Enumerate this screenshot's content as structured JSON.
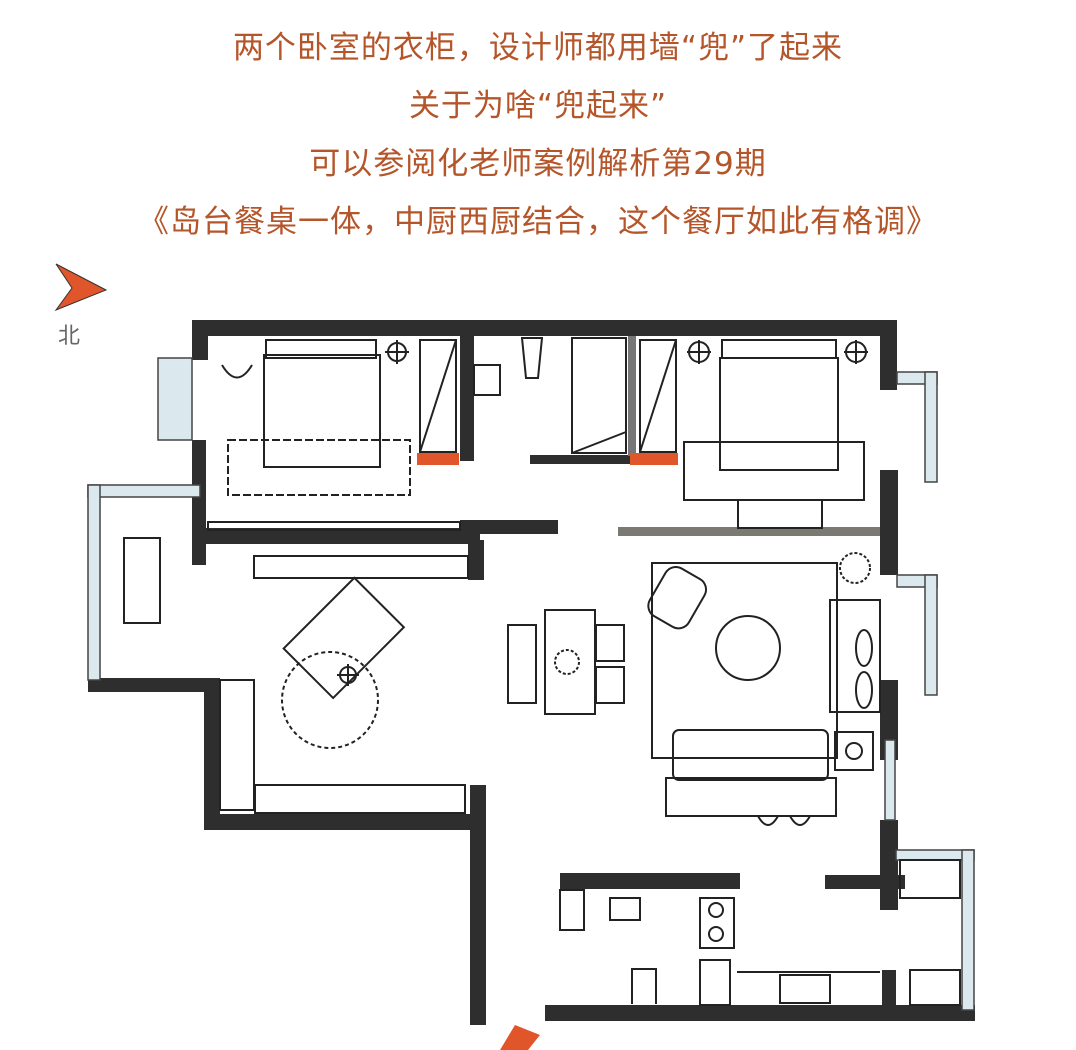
{
  "caption": {
    "lines": [
      "两个卧室的衣柜，设计师都用墙“兜”了起来",
      "关于为啥“兜起来”",
      "可以参阅化老师案例解析第29期",
      "《岛台餐桌一体，中厨西厨结合，这个餐厅如此有格调》"
    ]
  },
  "compass": {
    "label": "北",
    "icon": "north-arrow-icon"
  },
  "colors": {
    "caption": "#b5552a",
    "accent": "#e0562a",
    "wall": "#2b2b2b",
    "window": "#b7d3dc"
  },
  "entrance": {
    "icon": "entrance-arrow-icon"
  }
}
